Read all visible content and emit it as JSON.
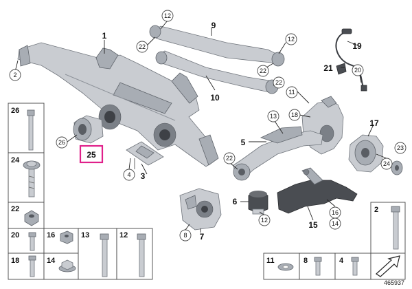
{
  "diagram_id": "465937",
  "callouts": {
    "c12a": "12",
    "c22a": "22",
    "c12b": "12",
    "c22b": "22",
    "c2": "2",
    "c26": "26",
    "c22c": "22",
    "c11": "11",
    "c13": "13",
    "c18": "18",
    "c20": "20",
    "c22d": "22",
    "c4": "4",
    "c24": "24",
    "c23": "23",
    "c8": "8",
    "c12c": "12",
    "c16": "16",
    "c14": "14"
  },
  "labels": {
    "l1": "1",
    "l9": "9",
    "l10": "10",
    "l19": "19",
    "l21": "21",
    "l5": "5",
    "l17": "17",
    "l3": "3",
    "l6": "6",
    "l7": "7",
    "l15": "15"
  },
  "highlight": {
    "number": "25",
    "color": "#e0208a"
  },
  "hardware_legend": {
    "left": [
      "26",
      "24",
      "22",
      "20",
      "16",
      "13",
      "12",
      "18",
      "14"
    ],
    "bottom": [
      "11",
      "8",
      "4"
    ],
    "right": "2"
  }
}
